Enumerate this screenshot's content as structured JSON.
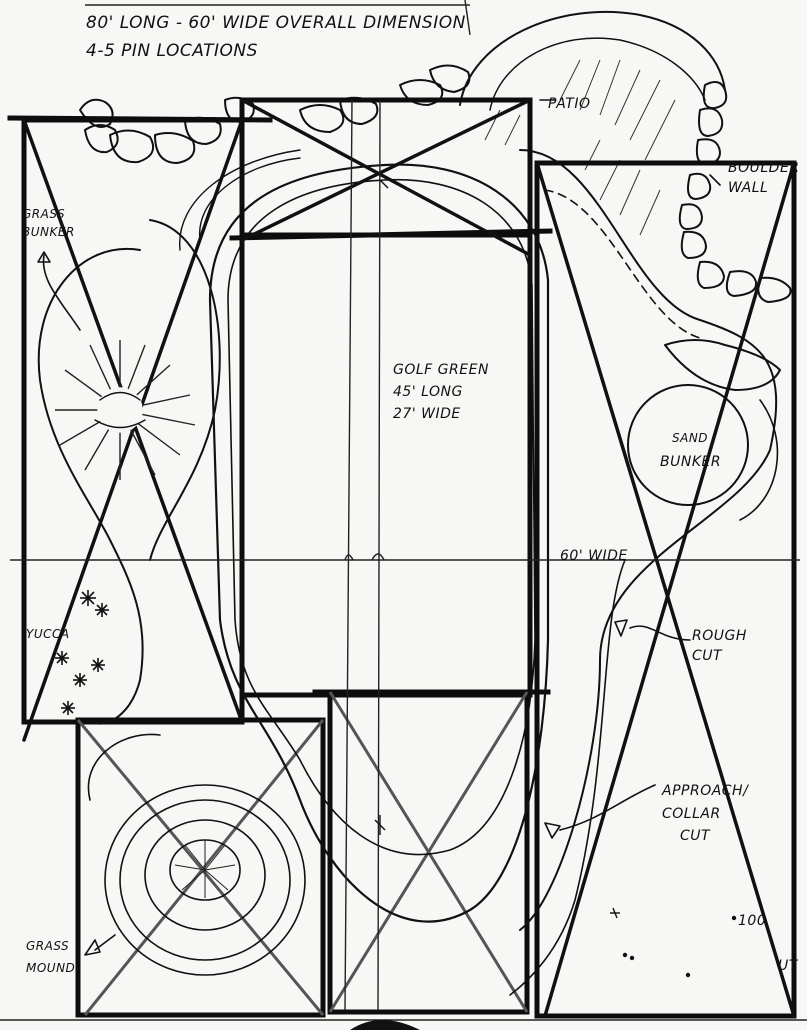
{
  "notes": {
    "line1": "80' LONG - 60' WIDE OVERALL DIMENSION",
    "line2": "4-5 PIN LOCATIONS"
  },
  "labels": {
    "patio": "PATIO",
    "boulder_wall_1": "BOULDER",
    "boulder_wall_2": "WALL",
    "grass_bunker_1": "GRASS",
    "grass_bunker_2": "BUNKER",
    "golf_green_1": "GOLF GREEN",
    "golf_green_2": "45' LONG",
    "golf_green_3": "27' WIDE",
    "sand_bunker_1": "SAND",
    "sand_bunker_2": "BUNKER",
    "width_marker": "60' WIDE",
    "yucca": "YUCCA",
    "rough_cut_1": "ROUGH",
    "rough_cut_2": "CUT",
    "approach_1": "APPROACH/",
    "approach_2": "COLLAR",
    "approach_3": "CUT",
    "grass_mound_1": "GRASS",
    "grass_mound_2": "MOUND",
    "edge_text_1": "100",
    "edge_text_2": "UT"
  },
  "colors": {
    "ink": "#111111",
    "paper": "#f7f7f5",
    "pencil": "#555555"
  }
}
